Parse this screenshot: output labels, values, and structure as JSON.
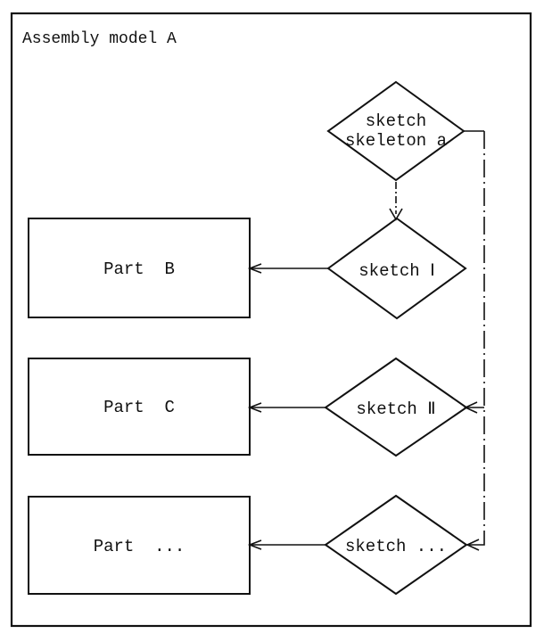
{
  "diagram": {
    "assembly_label": "Assembly model A",
    "skeleton_node": {
      "line1": "sketch",
      "line2": "skeleton a"
    },
    "parts": [
      {
        "label": "Part  B"
      },
      {
        "label": "Part  C"
      },
      {
        "label": "Part  ..."
      }
    ],
    "sketch_nodes": [
      {
        "label": "sketch Ⅰ"
      },
      {
        "label": "sketch Ⅱ"
      },
      {
        "label": "sketch ..."
      }
    ],
    "colors": {
      "stroke": "#111111",
      "background": "#ffffff"
    }
  }
}
